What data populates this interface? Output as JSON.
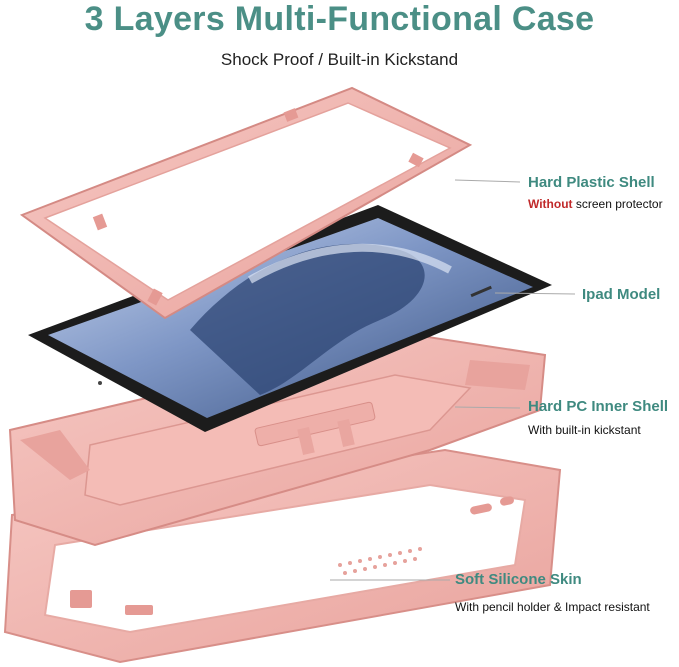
{
  "header": {
    "title": "3 Layers Multi-Functional Case",
    "subtitle": "Shock Proof / Built-in Kickstand"
  },
  "layers": [
    {
      "title": "Hard Plastic Shell",
      "sub_highlight": "Without",
      "sub_rest": " screen protector"
    },
    {
      "title": "Ipad Model"
    },
    {
      "title": "Hard PC Inner Shell",
      "sub": "With built-in kickstant"
    },
    {
      "title": "Soft Silicone Skin",
      "sub": "With pencil holder & Impact resistant"
    }
  ],
  "colors": {
    "title": "#4b8f86",
    "label": "#3f8a80",
    "highlight": "#c0292a",
    "case_pink": "#f2b7b2",
    "tablet_bezel": "#1c1c1c",
    "screen_blue": "#6f87b8"
  }
}
